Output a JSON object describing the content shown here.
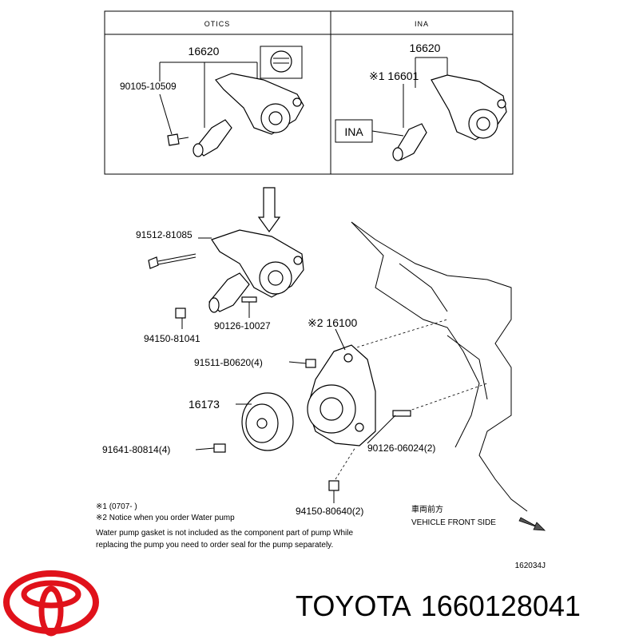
{
  "table": {
    "col_left_header": "OTICS",
    "col_right_header": "INA",
    "left_part_top": "16620",
    "left_bolt": "90105-10509",
    "right_part_top": "16620",
    "right_part_sub": "※1 16601",
    "right_badge": "INA"
  },
  "callouts": {
    "bolt_top": "91512-81085",
    "nut_left": "94150-81041",
    "stud_tensioner": "90126-10027",
    "water_pump": "※2 16100",
    "bolt_pump": "91511-B0620(4)",
    "pulley": "16173",
    "bolt_pulley": "91641-80814(4)",
    "stud_pump": "90126-06024(2)",
    "nut_bottom": "94150-80640(2)"
  },
  "notes": {
    "line1": "※1 (0707-      )",
    "line2": "※2 Notice when you order Water pump",
    "line3": "Water pump gasket is not included as the component part of pump While",
    "line4": "replacing the pump you need to order seal for the pump separately."
  },
  "direction": {
    "jp": "車両前方",
    "en": "VEHICLE FRONT SIDE"
  },
  "figure_code": "162034J",
  "brand": {
    "name": "TOYOTA",
    "part_number": "1660128041",
    "logo_color": "#e0121b"
  }
}
